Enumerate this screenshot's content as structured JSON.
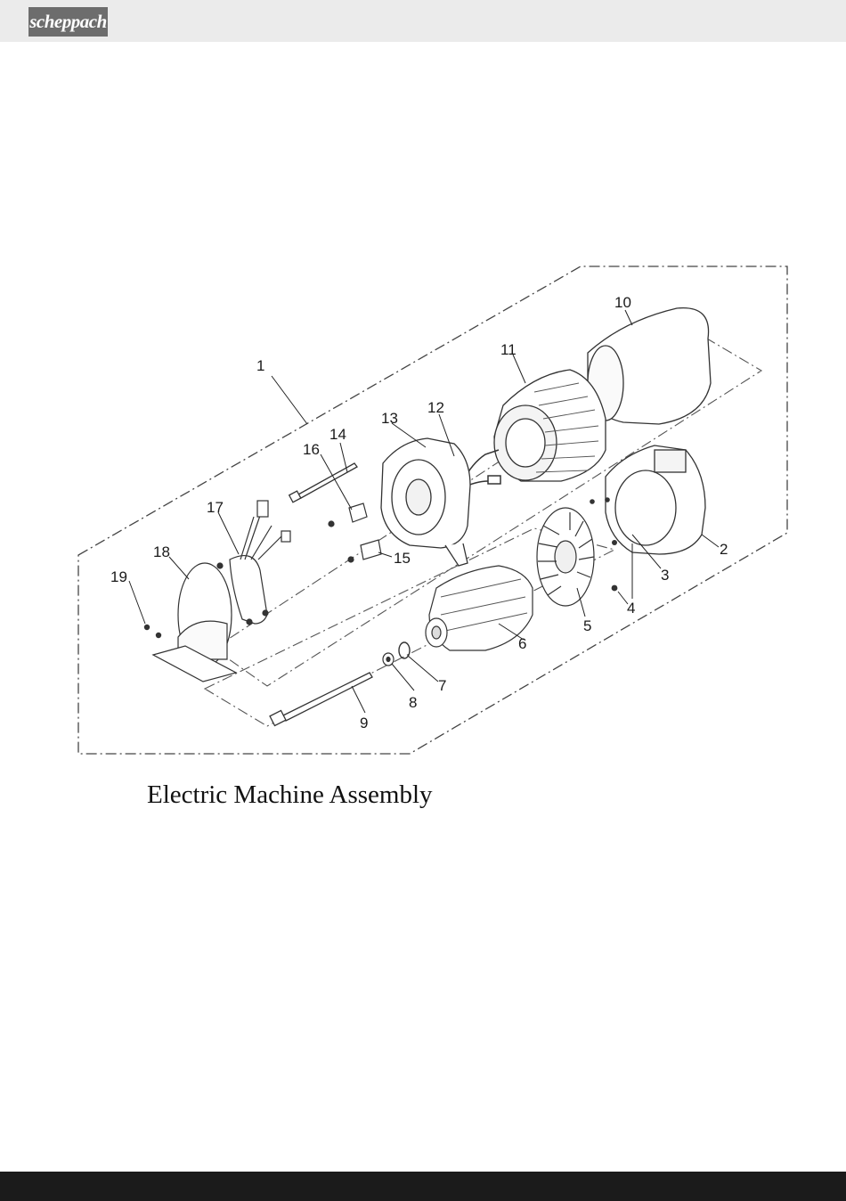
{
  "header": {
    "logo_text": "scheppach",
    "logo_bg": "#6d6d6d",
    "bar_color": "#ebebeb"
  },
  "diagram": {
    "caption": "Electric Machine Assembly",
    "callouts": [
      "1",
      "2",
      "3",
      "4",
      "5",
      "6",
      "7",
      "8",
      "9",
      "10",
      "11",
      "12",
      "13",
      "14",
      "15",
      "16",
      "17",
      "18",
      "19"
    ]
  },
  "footer": {
    "bar_color": "#1b1b1b"
  }
}
